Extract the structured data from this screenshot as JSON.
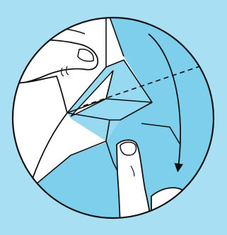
{
  "colors": {
    "background": "#A8DFF3",
    "paper_blue": "#7ECFEC",
    "paper_blue_light": "#96D9F0",
    "paper_white": "#FFFFFF",
    "ink": "#111111"
  },
  "illustration": {
    "fold_direction": "downward-curved-arrow",
    "fold_line": "dashed-valley-fold-line",
    "hands": [
      "left-hand-thumb",
      "right-hand-index-finger"
    ]
  }
}
